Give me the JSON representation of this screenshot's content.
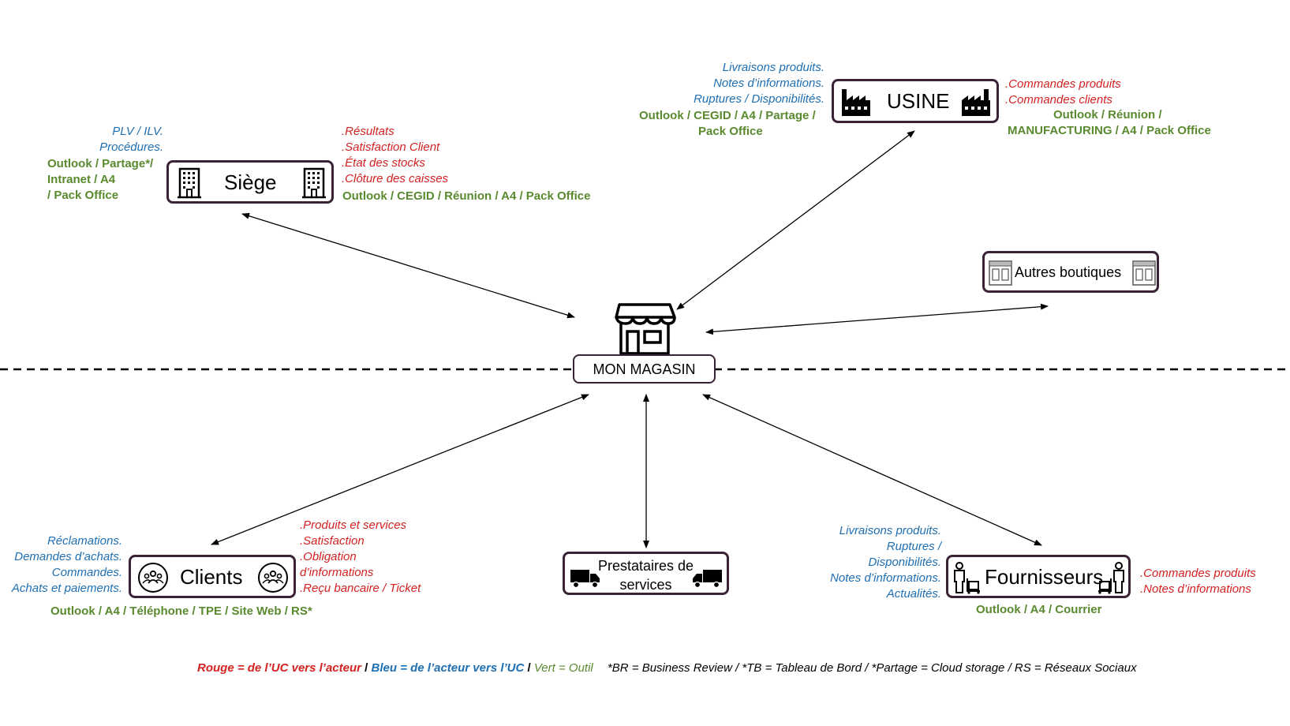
{
  "center": {
    "label": "MON MAGASIN",
    "icon": "store-icon"
  },
  "siege": {
    "label": "Siège",
    "icon": "office-building-icon",
    "blue": [
      "PLV / ILV.",
      "Procédures."
    ],
    "green_left": [
      "Outlook / Partage*/",
      "Intranet / A4",
      "/ Pack Office"
    ],
    "red": [
      ".Résultats",
      ".Satisfaction Client",
      ".État des stocks",
      ".Clôture des caisses"
    ],
    "green_right": "Outlook / CEGID / Réunion / A4 / Pack Office"
  },
  "usine": {
    "label": "USINE",
    "icon": "factory-icon",
    "blue": [
      "Livraisons produits.",
      "Notes d’informations.",
      "Ruptures / Disponibilités."
    ],
    "green_left": [
      "Outlook / CEGID / A4 / Partage /",
      "Pack Office"
    ],
    "red": [
      ".Commandes produits",
      ".Commandes clients"
    ],
    "green_right": [
      "Outlook / Réunion /",
      "MANUFACTURING / A4 / Pack Office"
    ]
  },
  "boutiques": {
    "label": "Autres boutiques",
    "icon": "shop-front-icon"
  },
  "clients": {
    "label": "Clients",
    "icon": "customers-group-icon",
    "blue": [
      "Réclamations.",
      "Demandes d’achats.",
      "Commandes.",
      "Achats et paiements."
    ],
    "red": [
      ".Produits et services",
      ".Satisfaction",
      ".Obligation",
      "d’informations",
      ".Reçu bancaire / Ticket"
    ],
    "green": "Outlook / A4 / Téléphone / TPE / Site Web / RS*"
  },
  "prestataires": {
    "label_line1": "Prestataires de",
    "label_line2": "services",
    "icon": "delivery-truck-icon"
  },
  "fournisseurs": {
    "label": "Fournisseurs",
    "icon": "delivery-worker-icon",
    "blue": [
      "Livraisons produits.",
      "Ruptures /",
      "Disponibilités.",
      "Notes d’informations.",
      "Actualités."
    ],
    "red": [
      ".Commandes produits",
      ".Notes d’informations"
    ],
    "green": "Outlook / A4 / Courrier"
  },
  "legend": {
    "red": "Rouge = de l’UC vers l’acteur",
    "sep1": " / ",
    "blue": "Bleu = de l’acteur vers l’UC",
    "sep2": " / ",
    "green": "Vert = Outil",
    "notes": "*BR = Business Review / *TB = Tableau de Bord / *Partage = Cloud storage / RS = Réseaux Sociaux"
  },
  "colors": {
    "red": "#d32222",
    "blue": "#1f6fb3",
    "green": "#5a8a2f",
    "border": "#3b2337"
  }
}
